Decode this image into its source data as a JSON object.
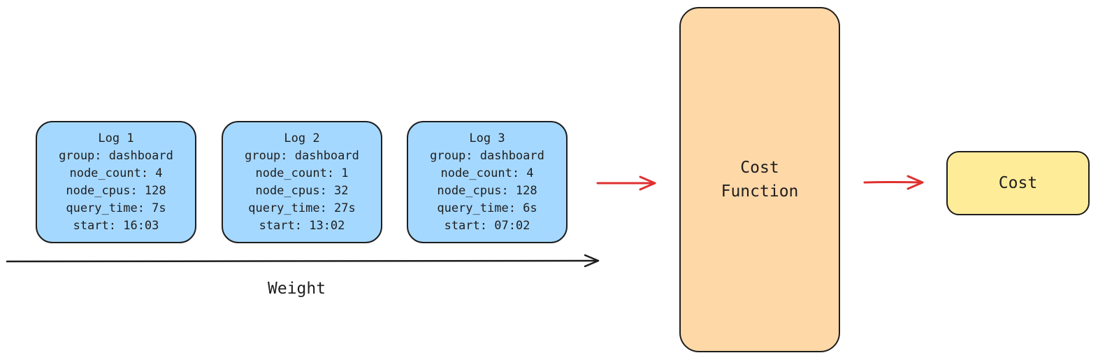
{
  "logs": [
    {
      "title": "Log 1",
      "group": "group: dashboard",
      "node_count": "node_count: 4",
      "node_cpus": "node_cpus: 128",
      "query_time": "query_time: 7s",
      "start": "start: 16:03"
    },
    {
      "title": "Log 2",
      "group": "group: dashboard",
      "node_count": "node_count: 1",
      "node_cpus": "node_cpus: 32",
      "query_time": "query_time: 27s",
      "start": "start: 13:02"
    },
    {
      "title": "Log 3",
      "group": "group: dashboard",
      "node_count": "node_count: 4",
      "node_cpus": "node_cpus: 128",
      "query_time": "query_time: 6s",
      "start": "start: 07:02"
    }
  ],
  "weight_label": "Weight",
  "cost_function": {
    "line1": "Cost",
    "line2": "Function"
  },
  "cost_output": "Cost",
  "colors": {
    "log_fill": "#a5d8ff",
    "cost_function_fill": "#ffd8a8",
    "cost_fill": "#ffec99",
    "stroke": "#1e1e1e",
    "flow_arrow": "#e03131"
  }
}
